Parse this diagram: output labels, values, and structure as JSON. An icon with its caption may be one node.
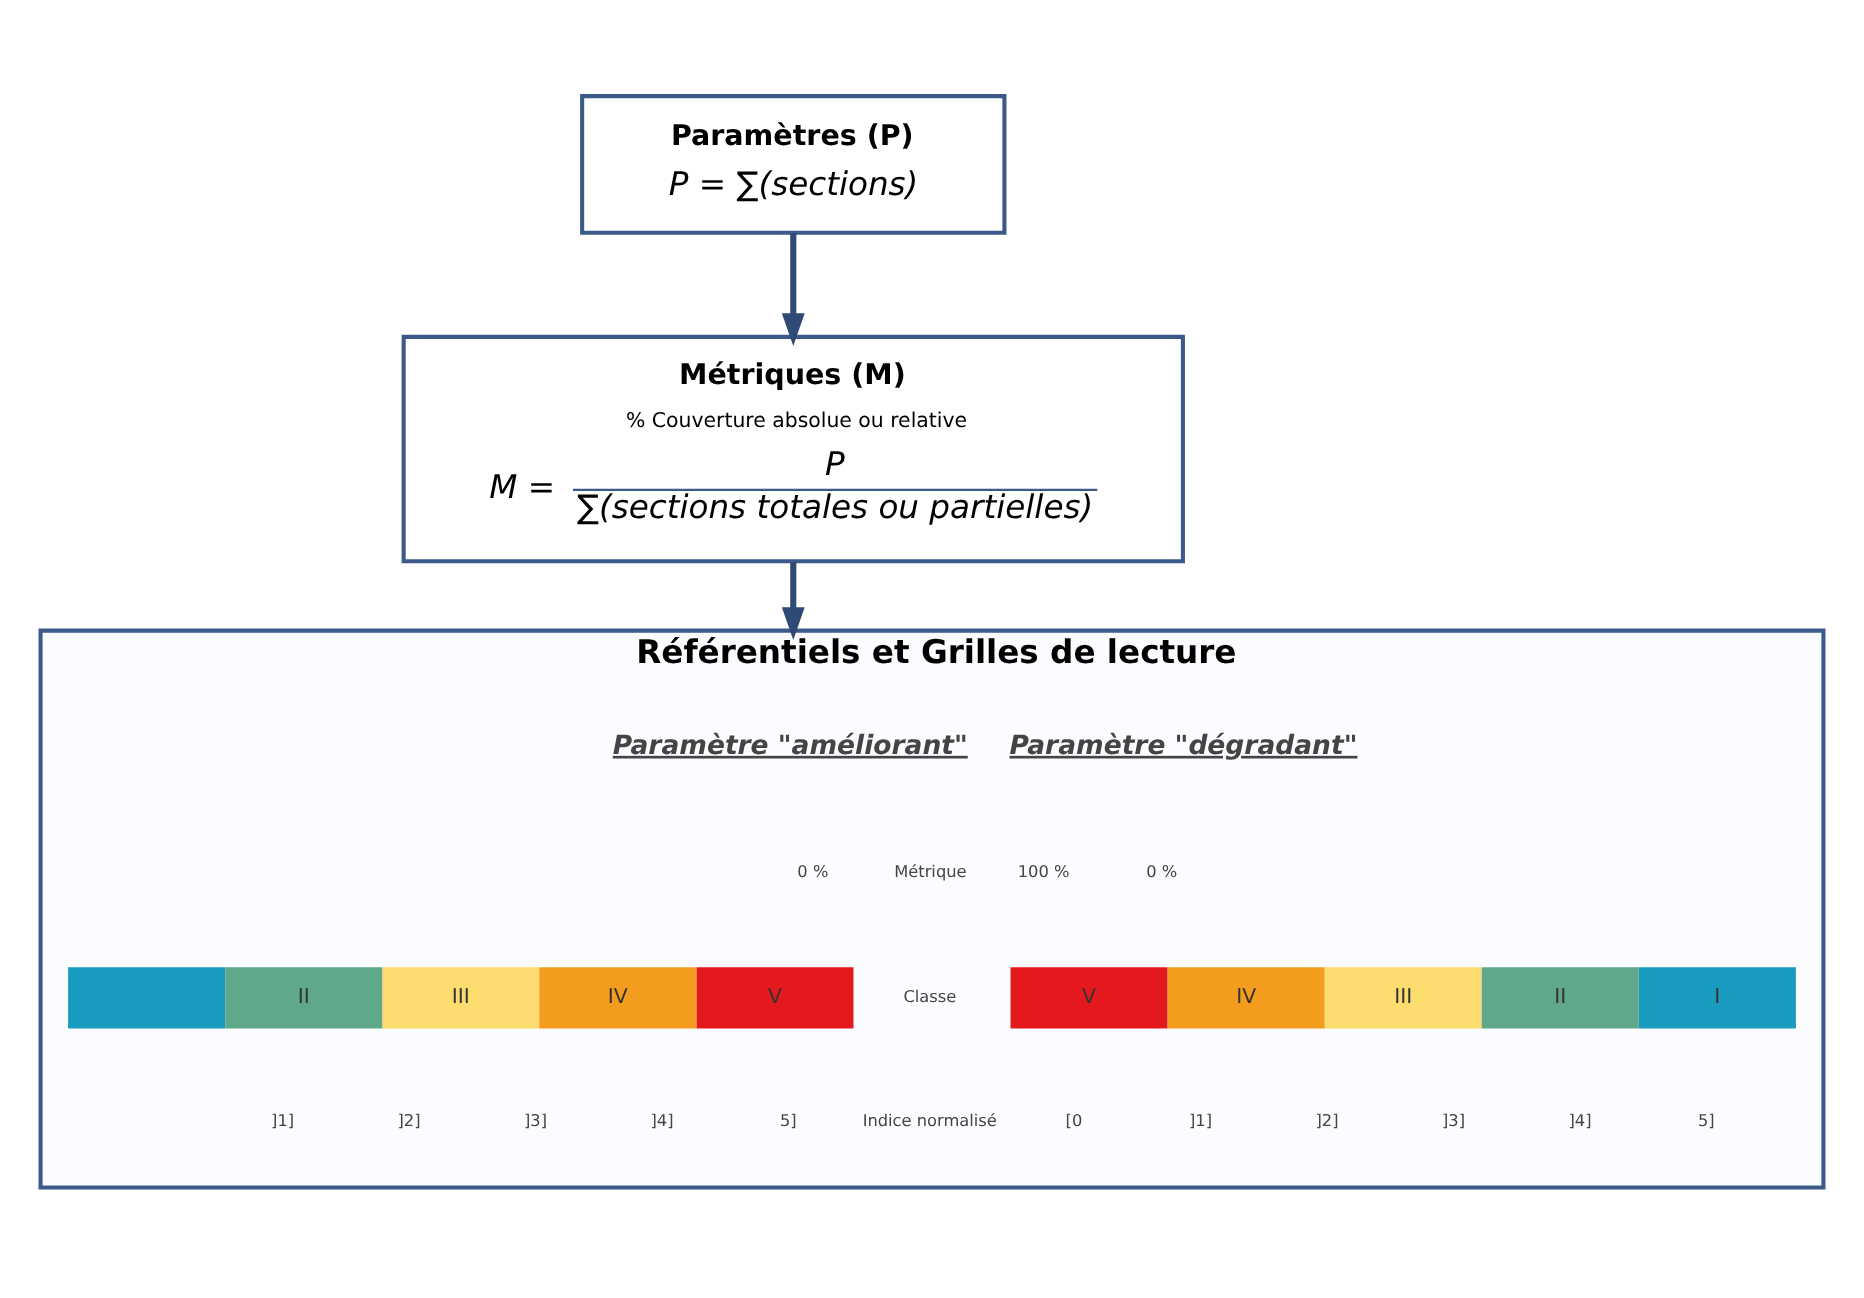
{
  "diagram": {
    "nodes": [
      {
        "text": [
          "Paramètres (P)",
          "P = ∑(sections)"
        ]
      },
      {
        "text": [
          "Métriques (M)",
          "% Couverture absolue ou relative",
          "M =",
          "P",
          "∑(sections totales ou partielles)"
        ]
      },
      {
        "text": [
          "Référentiels et Grilles de lecture"
        ]
      },
      {
        "text": [],
        "shape": "box",
        "in": 2
      },
      {
        "text": [
          "II"
        ],
        "in": 2
      },
      {
        "text": [
          "III"
        ],
        "in": 2
      },
      {
        "text": [
          "IV"
        ],
        "in": 2
      },
      {
        "text": [
          "V"
        ],
        "in": 2
      },
      {
        "text": [
          "V"
        ],
        "in": 2
      },
      {
        "text": [
          "IV"
        ],
        "in": 2
      },
      {
        "text": [
          "III"
        ],
        "in": 2
      },
      {
        "text": [
          "II"
        ],
        "in": 2
      },
      {
        "text": [
          "I"
        ],
        "in": 2
      }
    ],
    "edges": [
      {
        "from": 0,
        "to": 1,
        "arrow": "to"
      },
      {
        "from": 1,
        "to": 2,
        "arrow": "to"
      }
    ],
    "labels": [
      "Paramètre \"améliorant\"",
      "Paramètre \"dégradant\"",
      "0 %",
      "Métrique",
      "100 %",
      "0 %",
      "Classe",
      "]1]",
      "]2]",
      "]3]",
      "]4]",
      "5]",
      "Indice normalisé",
      "[0",
      "]1]",
      "]2]",
      "]3]",
      "]4]",
      "5]"
    ]
  }
}
